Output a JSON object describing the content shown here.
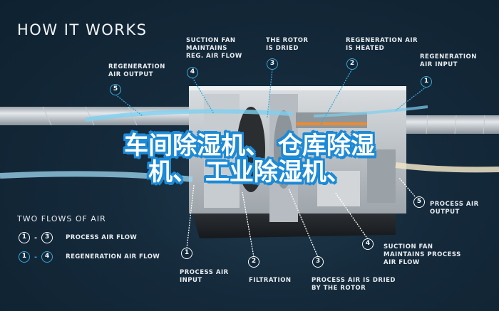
{
  "header": {
    "title": "HOW IT WORKS"
  },
  "top_callouts": [
    {
      "number": "5",
      "label": "REGENERATION\nAIR OUTPUT"
    },
    {
      "number": "4",
      "label": "SUCTION FAN\nMAINTAINS\nREG. AIR FLOW"
    },
    {
      "number": "3",
      "label": "THE ROTOR\nIS DRIED"
    },
    {
      "number": "2",
      "label": "REGENERATION AIR\nIS HEATED"
    },
    {
      "number": "1",
      "label": "REGENERATION\nAIR INPUT"
    }
  ],
  "bottom_callouts": [
    {
      "number": "1",
      "label": "PROCESS AIR\nINPUT"
    },
    {
      "number": "2",
      "label": "FILTRATION"
    },
    {
      "number": "3",
      "label": "PROCESS AIR IS DRIED\nBY THE ROTOR"
    },
    {
      "number": "4",
      "label": "SUCTION FAN\nMAINTAINS PROCESS\nAIR FLOW"
    },
    {
      "number": "5",
      "label": "PROCESS AIR\nOUTPUT"
    }
  ],
  "legend": {
    "title": "TWO FLOWS OF AIR",
    "rows": [
      {
        "from": "1",
        "dash": "-",
        "to": "3",
        "label": "PROCESS AIR FLOW",
        "color": "#ffffff"
      },
      {
        "from": "1",
        "dash": "-",
        "to": "4",
        "label": "REGENERATION AIR FLOW",
        "color": "#3aa8d8"
      }
    ]
  },
  "overlay_text": {
    "line1": "车间除湿机、 仓库除湿",
    "line2": "机、 工业除湿机、"
  },
  "colors": {
    "background": "#14293a",
    "regeneration_accent": "#3aa8d8",
    "overlay_stroke": "#1d8ad6",
    "heater": "#f08a2c"
  }
}
